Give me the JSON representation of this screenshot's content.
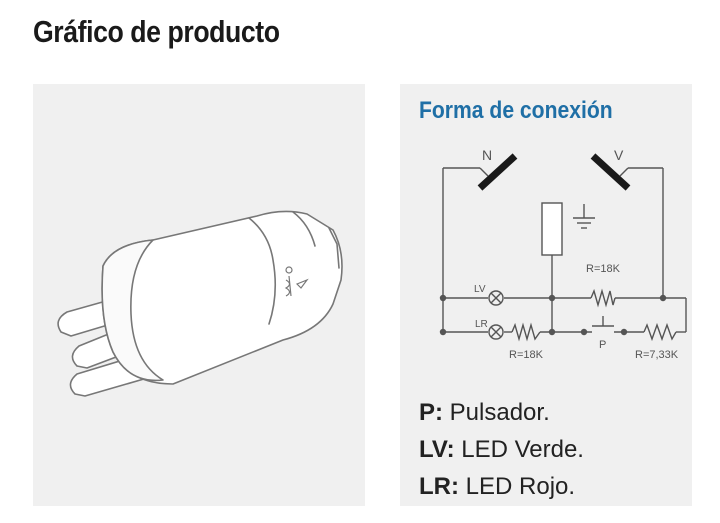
{
  "header": {
    "title": "Gráfico de producto"
  },
  "product_panel": {
    "image": "plug-drawing"
  },
  "connection_panel": {
    "title": "Forma de conexión",
    "circuit": {
      "switch_n_label": "N",
      "switch_v_label": "V",
      "lv_label": "LV",
      "lr_label": "LR",
      "r_top_label": "R=18K",
      "r_left_label": "R=18K",
      "r_right_label": "R=7,33K",
      "pushbutton_label": "P"
    },
    "legend": [
      {
        "key": "P:",
        "text": " Pulsador."
      },
      {
        "key": "LV:",
        "text": " LED Verde."
      },
      {
        "key": "LR:",
        "text": " LED Rojo."
      }
    ]
  },
  "colors": {
    "title_accent": "#1f6fa6",
    "panel_bg": "#f0f0f0",
    "line": "#555555"
  }
}
